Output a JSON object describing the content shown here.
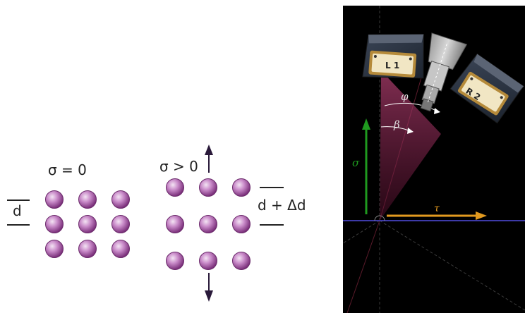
{
  "unstressed": {
    "label": "σ = 0",
    "spacing_label": "d"
  },
  "stressed": {
    "label": "σ > 0",
    "spacing_label": "d + Δd"
  },
  "lattice": {
    "rows": 3,
    "cols": 3,
    "atom_color": "#b561b5",
    "atom_highlight": "#f4e4f4"
  },
  "instrument": {
    "detector_left_label": "L 1",
    "detector_right_label": "R 2",
    "angle_phi": "φ",
    "angle_beta": "β",
    "axis_sigma": "σ",
    "axis_tau": "τ",
    "colors": {
      "background": "#000000",
      "sigma_arrow": "#1f9a1f",
      "tau_arrow": "#e29a1f",
      "beam": "#c0457a",
      "horizon": "#3d3aa8",
      "detector_label_bg": "#f1e6c4"
    }
  }
}
